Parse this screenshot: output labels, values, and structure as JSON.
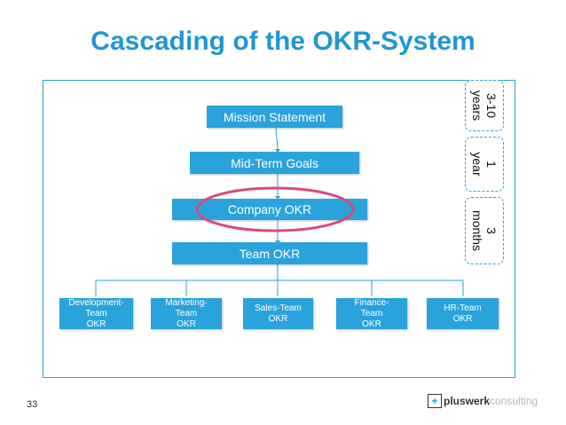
{
  "title": "Cascading of the OKR-System",
  "hierarchy": [
    "Mission Statement",
    "Mid-Term Goals",
    "Company OKR",
    "Team OKR"
  ],
  "teams": [
    "Development-\nTeam\nOKR",
    "Marketing-\nTeam\nOKR",
    "Sales-Team\nOKR",
    "Finance-\nTeam\nOKR",
    "HR-Team\nOKR"
  ],
  "timeframes": [
    "3-10\nyears",
    "1\nyear",
    "3\nmonths"
  ],
  "page_number": "33",
  "logo": {
    "bracket": "+",
    "bold": "pluswerk",
    "light": "consulting"
  },
  "colors": {
    "title": "#1f96d4",
    "box": "#2aa3dc",
    "highlight": "#d84a7c"
  }
}
